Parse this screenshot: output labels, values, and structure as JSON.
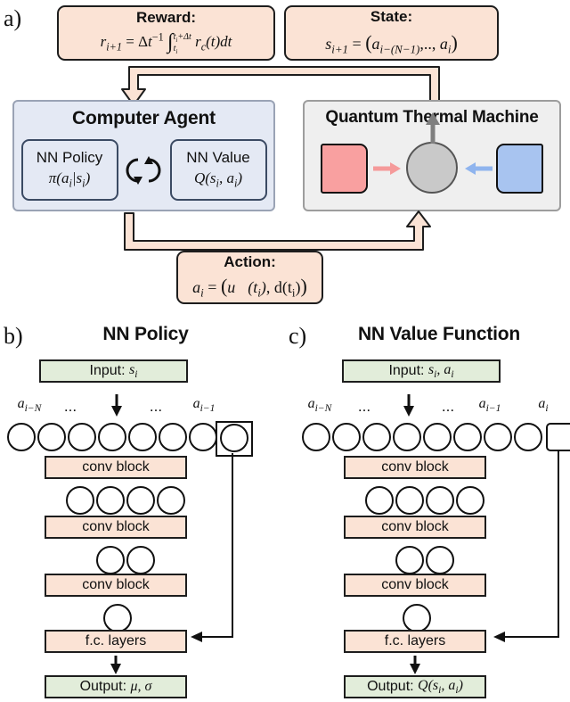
{
  "panels": {
    "a": {
      "letter": "a)"
    },
    "b": {
      "letter": "b)",
      "title": "NN Policy"
    },
    "c": {
      "letter": "c)",
      "title": "NN Value Function"
    }
  },
  "diagram_a": {
    "reward_box": {
      "heading": "Reward:",
      "formula": "r_{i+1} = Δt^{-1} ∫_{t_i}^{t_i+Δt} r_c(t) dt"
    },
    "state_box": {
      "heading": "State:",
      "formula": "s_{i+1} = (a_{i-(N-1)}, .., a_i)"
    },
    "agent_box": {
      "heading": "Computer Agent",
      "policy": {
        "line1": "NN Policy",
        "line2": "π(a_i|s_i)"
      },
      "value": {
        "line1": "NN Value",
        "line2": "Q(s_i, a_i)"
      },
      "cycle_icon": "circular-arrows-icon"
    },
    "machine_box": {
      "heading": "Quantum Thermal Machine",
      "hot_bath": "hot-bath-square",
      "cold_bath": "cold-bath-square",
      "working_medium": "working-medium-circle",
      "work_output": "work-output-arrow"
    },
    "action_box": {
      "heading": "Action:",
      "formula": "a_i = (⃗u(t_i), d(t_i))"
    }
  },
  "network_b": {
    "input_label": "Input:",
    "input_value": "s_i",
    "node_labels": {
      "left": "a_{i-N}",
      "dots1": "...",
      "dots2": "...",
      "right": "a_{i-1}"
    },
    "layers": [
      {
        "type": "neurons",
        "count": 8,
        "boxed_last": true
      },
      {
        "type": "block",
        "label": "conv block"
      },
      {
        "type": "neurons",
        "count": 4,
        "boxed_last": false
      },
      {
        "type": "block",
        "label": "conv block"
      },
      {
        "type": "neurons",
        "count": 2,
        "boxed_last": false
      },
      {
        "type": "block",
        "label": "conv block"
      },
      {
        "type": "neurons",
        "count": 1,
        "boxed_last": false
      },
      {
        "type": "block",
        "label": "f.c. layers"
      }
    ],
    "output_label": "Output:",
    "output_value": "μ, σ"
  },
  "network_c": {
    "input_label": "Input:",
    "input_value": "s_i, a_i",
    "node_labels": {
      "left": "a_{i-N}",
      "dots1": "...",
      "dots2": "...",
      "right": "a_{i-1}",
      "extra": "a_i"
    },
    "layers": [
      {
        "type": "neurons",
        "count": 8,
        "boxed_last": false
      },
      {
        "type": "block",
        "label": "conv block"
      },
      {
        "type": "neurons",
        "count": 4,
        "boxed_last": false
      },
      {
        "type": "block",
        "label": "conv block"
      },
      {
        "type": "neurons",
        "count": 2,
        "boxed_last": false
      },
      {
        "type": "block",
        "label": "conv block"
      },
      {
        "type": "neurons",
        "count": 1,
        "boxed_last": false
      },
      {
        "type": "block",
        "label": "f.c. layers"
      }
    ],
    "output_label": "Output:",
    "output_value": "Q(s_i, a_i)"
  },
  "colors": {
    "peach_fill": "#FBE3D5",
    "peach_stroke": "#1d1d1d",
    "blue_fill": "#E4E9F4",
    "blue_stroke": "#9aa3b5",
    "gray_fill": "#EFEFEF",
    "gray_stroke": "#9d9d9d",
    "green_fill": "#E2EDDA",
    "hot_bath": "#F9A0A0",
    "cold_bath": "#A8C4F0",
    "medium": "#C9C9C9",
    "hot_arrow": "#F59A9A",
    "cold_arrow": "#8FB4EE",
    "work_arrow": "#7F7F7F"
  }
}
